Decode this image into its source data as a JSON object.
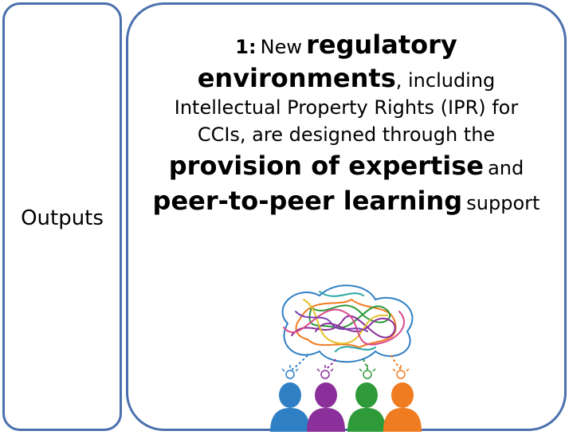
{
  "sidebar": {
    "label": "Outputs"
  },
  "main": {
    "number": "1:",
    "word_new": "New",
    "word_regulatory": "regulatory",
    "word_environments": "environments",
    "text_including": ", including",
    "line3": "Intellectual Property Rights (IPR) for",
    "line4": "CCIs, are designed through the",
    "phrase_provision": "provision of expertise",
    "text_and": "and",
    "phrase_peer": "peer-to-peer learning",
    "text_support": "support"
  },
  "illustration": {
    "name": "collaboration-illustration",
    "colors": {
      "blue": "#2f7fc4",
      "purple": "#8b2f9a",
      "green": "#2f9a3a",
      "orange": "#f07c22",
      "frame": "#4a70ad"
    }
  }
}
